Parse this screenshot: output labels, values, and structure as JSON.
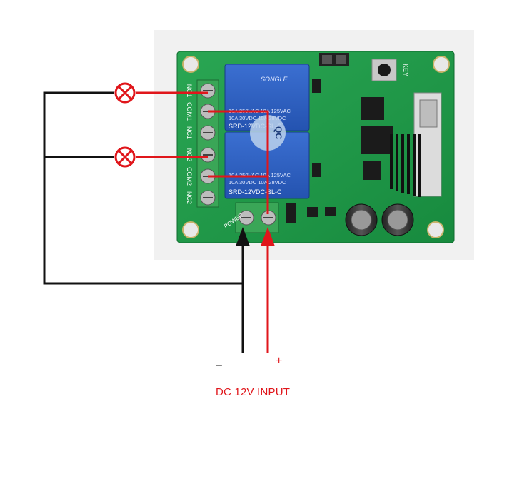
{
  "board": {
    "relay_brand": "SONGLE",
    "relay_spec_1": "10A 250VAC 10A 125VAC",
    "relay_spec_2": "10A 30VDC 10A 28VDC",
    "relay_model_1": "SRD-12VDC-SL-C",
    "relay_model_2": "SRD-12VDC-SL-C",
    "qc_stamp": "QC",
    "terminal_labels": [
      "NO1",
      "COM1",
      "NC1",
      "NO2",
      "COM2",
      "NC2"
    ],
    "power_label": "POWER",
    "key_label": "KEY"
  },
  "labels": {
    "minus": "–",
    "plus": "+",
    "input": "DC 12V INPUT"
  },
  "colors": {
    "board_green": "#1f9a4a",
    "wire_red": "#e0161b",
    "wire_black": "#111111",
    "terminal_green": "#3aa657"
  }
}
